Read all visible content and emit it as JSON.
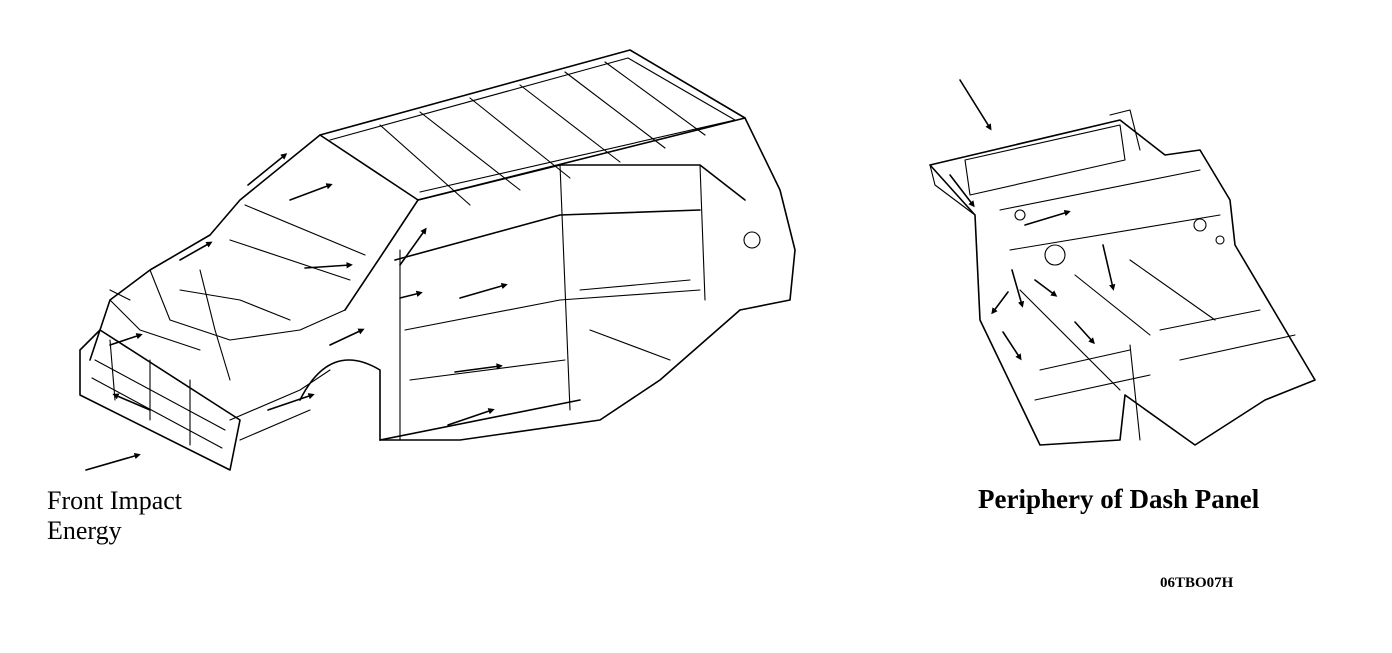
{
  "labels": {
    "front_impact_line1": "Front Impact",
    "front_impact_line2": "Energy",
    "dash_panel": "Periphery of Dash Panel",
    "code": "06TBO07H"
  },
  "colors": {
    "ink": "#000000",
    "background": "#ffffff"
  },
  "icons": {
    "arrow": "load-path-arrow"
  }
}
